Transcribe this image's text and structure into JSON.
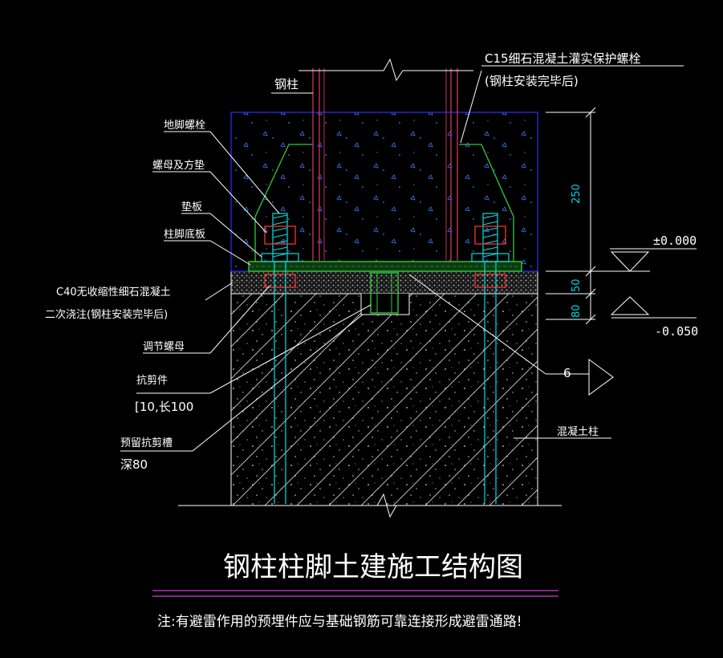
{
  "labels": {
    "steel_column": "钢柱",
    "c15_line1": "C15细石混凝土灌实保护螺栓",
    "c15_line2": "(钢柱安装完毕后)",
    "anchor_bolt": "地脚螺栓",
    "nut_washer": "螺母及方垫",
    "shim": "垫板",
    "base_plate": "柱脚底板",
    "c40_line1": "C40无收缩性细石混凝土",
    "c40_line2": "二次浇注(钢柱安装完毕后)",
    "adjust_nut": "调节螺母",
    "shear_key": "抗剪件",
    "shear_key_spec": "[10,长100",
    "shear_slot": "预留抗剪槽",
    "shear_slot_depth": "深80",
    "concrete_column": "混凝土柱",
    "section_mark": "6"
  },
  "dimensions": {
    "d250": "250",
    "d50": "50",
    "d80": "80"
  },
  "elevations": {
    "top": "±0.000",
    "bottom": "-0.050"
  },
  "title": "钢柱柱脚土建施工结构图",
  "note": "注:有避雷作用的预埋件应与基础钢筋可靠连接形成避雷通路!",
  "colors": {
    "background": "#000000",
    "leader": "#ffffff",
    "concrete_box": "#3030ff",
    "green_outline": "#2ecc40",
    "steel_column": "#c0305a",
    "dimension": "#00d8e0",
    "underline": "#d040d0",
    "bolt_cyan": "#00e0e0",
    "nut_red": "#ff3030"
  }
}
